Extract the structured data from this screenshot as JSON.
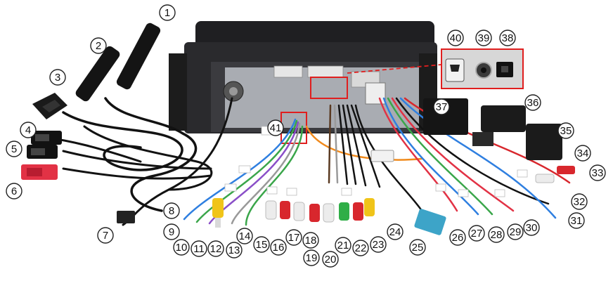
{
  "diagram": {
    "callouts": [
      "1",
      "2",
      "3",
      "4",
      "5",
      "6",
      "7",
      "8",
      "9",
      "10",
      "11",
      "12",
      "13",
      "14",
      "15",
      "16",
      "17",
      "18",
      "19",
      "20",
      "21",
      "22",
      "23",
      "24",
      "25",
      "26",
      "27",
      "28",
      "29",
      "30",
      "31",
      "32",
      "33",
      "34",
      "35",
      "36",
      "37",
      "38",
      "39",
      "40",
      "41"
    ]
  },
  "colors": {
    "unit_body": "#1f1f22",
    "antenna": "#141414",
    "cable_black": "#121212",
    "usb_red": "#e23245",
    "rca_red": "#d8272d",
    "rca_white": "#ececec",
    "rca_yellow": "#f0c419",
    "rca_green": "#2fae47",
    "wire_orange": "#f08a1c",
    "wire_blue": "#2f7fe0",
    "wire_green": "#3aa64a",
    "wire_purple": "#8a4fc8",
    "connector_teal": "#3da4c8",
    "highlight_red": "#e01e1e"
  },
  "icons": [
    "gps-antenna-icon",
    "usb-connector-icon",
    "hdmi-port-icon",
    "audio-jack-icon",
    "optical-port-icon"
  ]
}
